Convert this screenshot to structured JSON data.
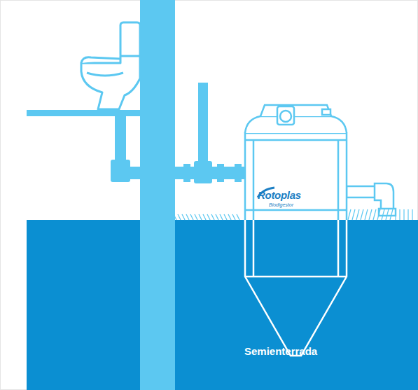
{
  "diagram": {
    "labels": [
      "Rotoplas",
      "Biodigestor",
      "Semienterrada"
    ]
  }
}
